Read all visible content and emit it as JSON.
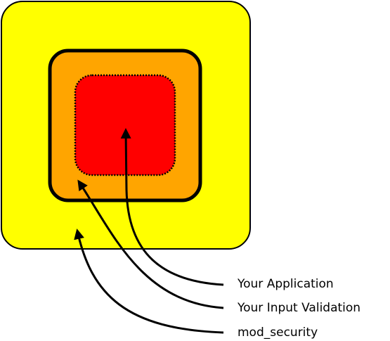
{
  "layers": [
    {
      "id": "outer",
      "name": "mod_security",
      "fill": "#ffff00"
    },
    {
      "id": "middle",
      "name": "Your Input Validation",
      "fill": "#ffa500"
    },
    {
      "id": "inner",
      "name": "Your Application",
      "fill": "#ff0000"
    }
  ],
  "labels": {
    "application": "Your Application",
    "input_validation": "Your Input Validation",
    "mod_security": "mod_security"
  },
  "colors": {
    "outer": "#ffff00",
    "middle": "#ffa500",
    "inner": "#ff0000",
    "stroke": "#000000"
  }
}
